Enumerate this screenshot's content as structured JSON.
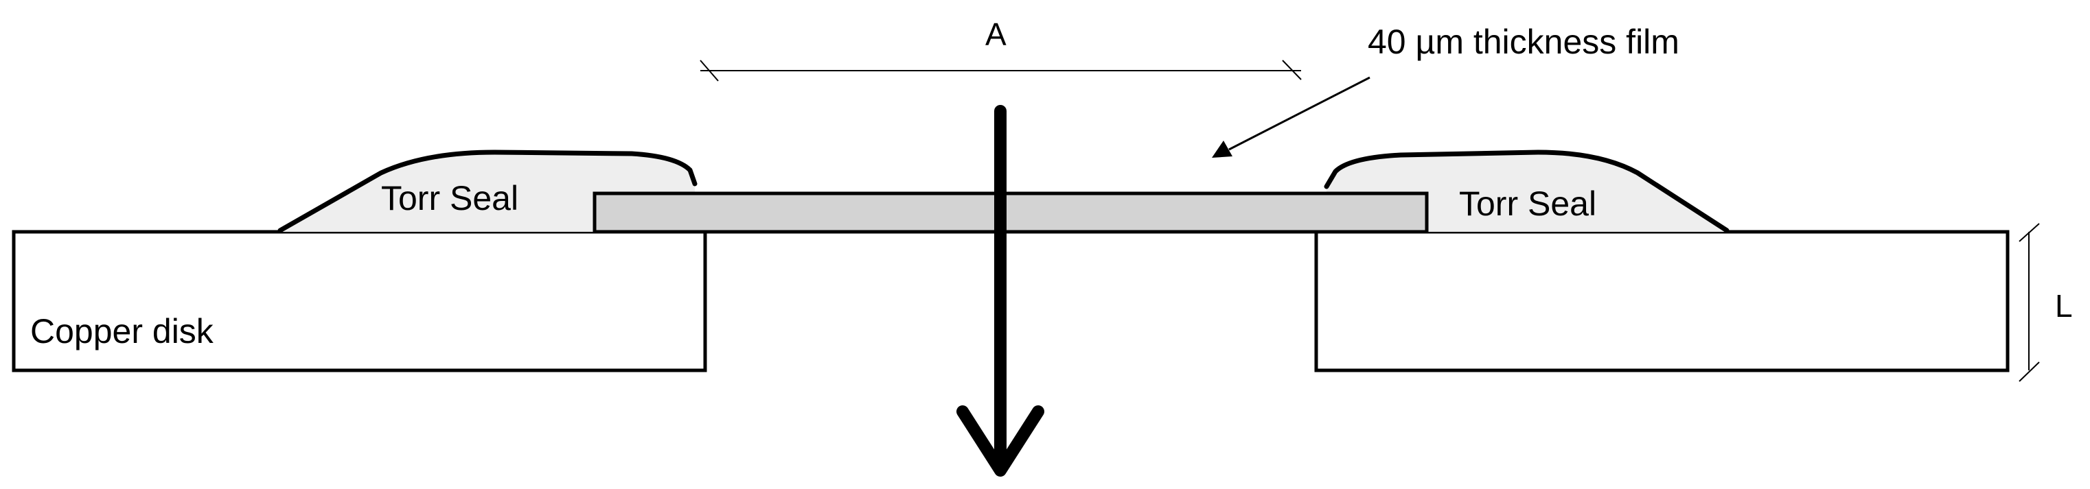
{
  "labels": {
    "dimension_a": "A",
    "film_callout": "40 µm thickness film",
    "torr_seal_left": "Torr Seal",
    "torr_seal_right": "Torr Seal",
    "copper_disk": "Copper disk",
    "dimension_l": "L"
  },
  "colors": {
    "stroke": "#000000",
    "film_fill": "#d3d3d3",
    "seal_fill": "#eeeeee",
    "disk_fill": "#ffffff"
  }
}
